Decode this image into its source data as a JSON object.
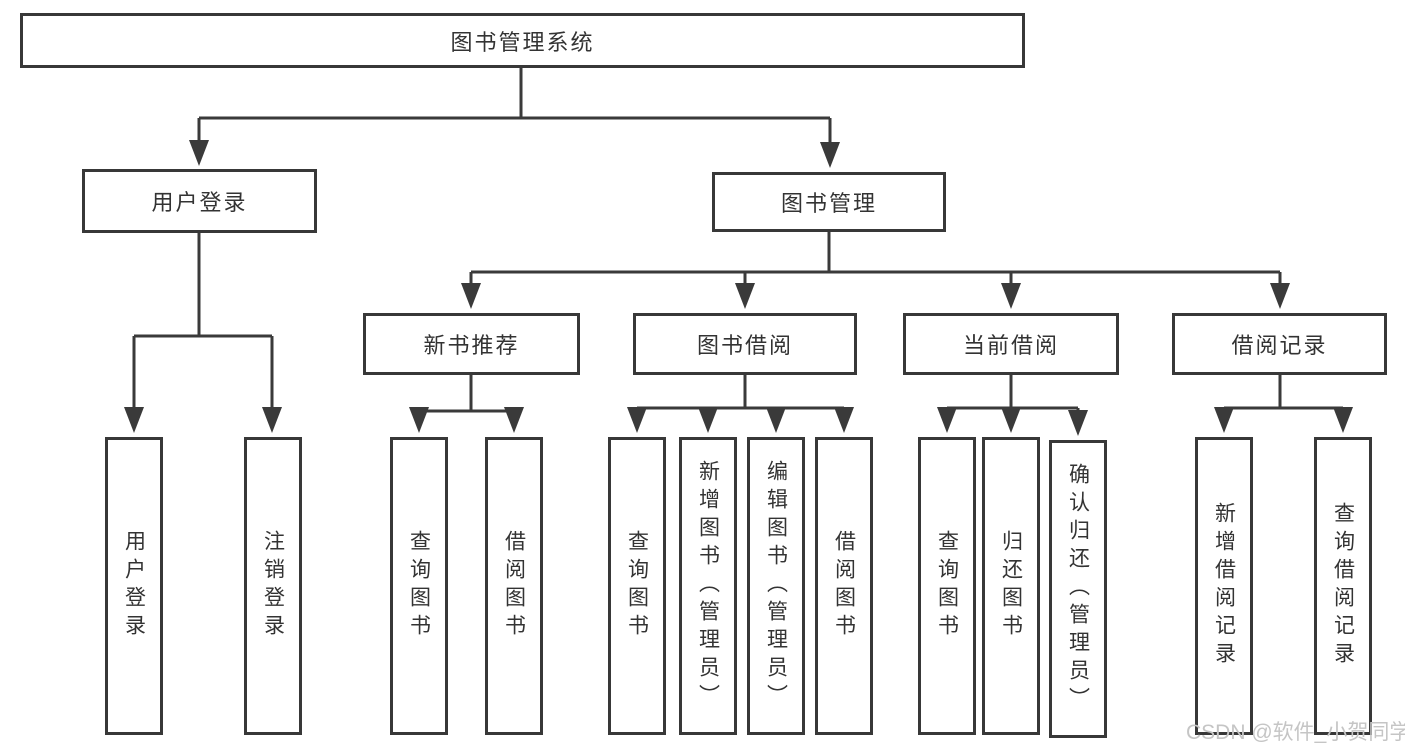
{
  "diagram": {
    "title": "图书管理系统",
    "level2": {
      "user_login": "用户登录",
      "book_mgmt": "图书管理"
    },
    "level3": {
      "new_book": "新书推荐",
      "book_borrow": "图书借阅",
      "current_borrow": "当前借阅",
      "borrow_records": "借阅记录"
    },
    "leaves": {
      "user_login": [
        "用户登录",
        "注销登录"
      ],
      "new_book": [
        "查询图书",
        "借阅图书"
      ],
      "book_borrow": [
        "查询图书",
        "新增图书（管理员）",
        "编辑图书（管理员）",
        "借阅图书"
      ],
      "current_borrow": [
        "查询图书",
        "归还图书",
        "确认归还（管理员）"
      ],
      "borrow_records": [
        "新增借阅记录",
        "查询借阅记录"
      ]
    }
  },
  "watermark": "CSDN @软件_小贺同学",
  "colors": {
    "line": "#3a3a3a",
    "box_border": "#383838",
    "text": "#333333",
    "watermark": "#c5c5c5",
    "background": "#ffffff"
  }
}
